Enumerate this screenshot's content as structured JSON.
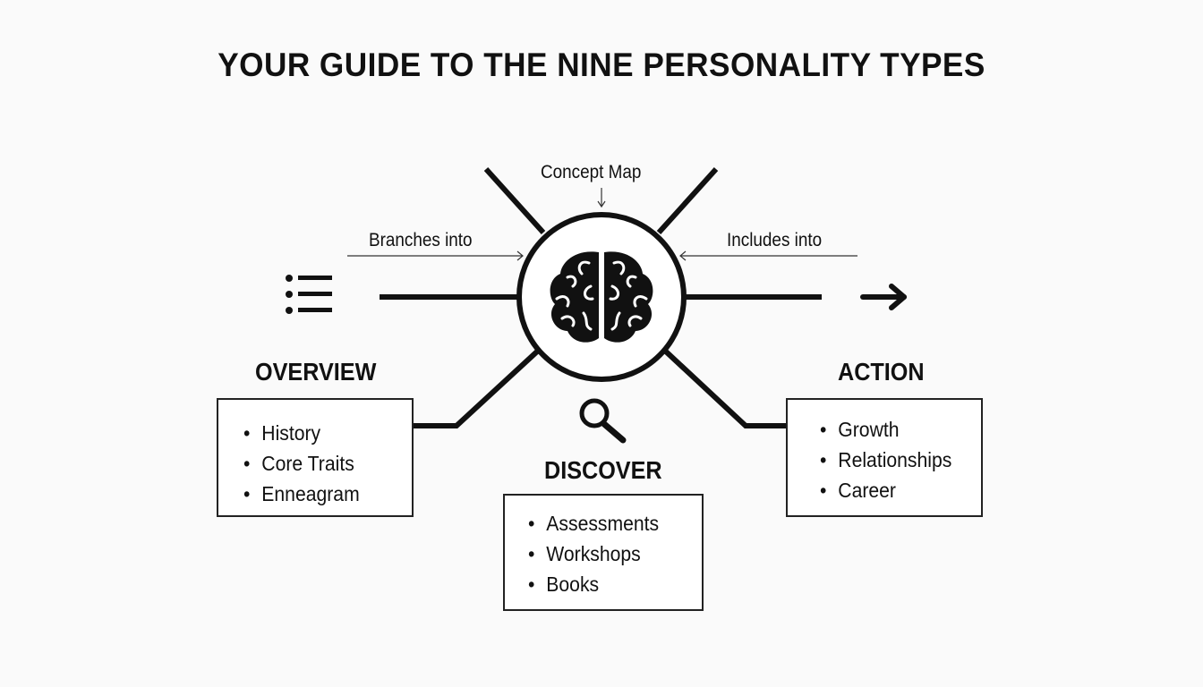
{
  "title": "YOUR GUIDE TO THE NINE PERSONALITY TYPES",
  "center": {
    "label": "Concept Map",
    "icon": "brain-icon"
  },
  "connectors": {
    "left": "Branches into",
    "right": "Includes into"
  },
  "sections": {
    "overview": {
      "heading": "OVERVIEW",
      "icon": "list-icon",
      "items": [
        "History",
        "Core Traits",
        "Enneagram"
      ]
    },
    "discover": {
      "heading": "DISCOVER",
      "icon": "magnifier-icon",
      "items": [
        "Assessments",
        "Workshops",
        "Books"
      ]
    },
    "action": {
      "heading": "ACTION",
      "icon": "arrow-right-icon",
      "items": [
        "Growth",
        "Relationships",
        "Career"
      ]
    }
  }
}
